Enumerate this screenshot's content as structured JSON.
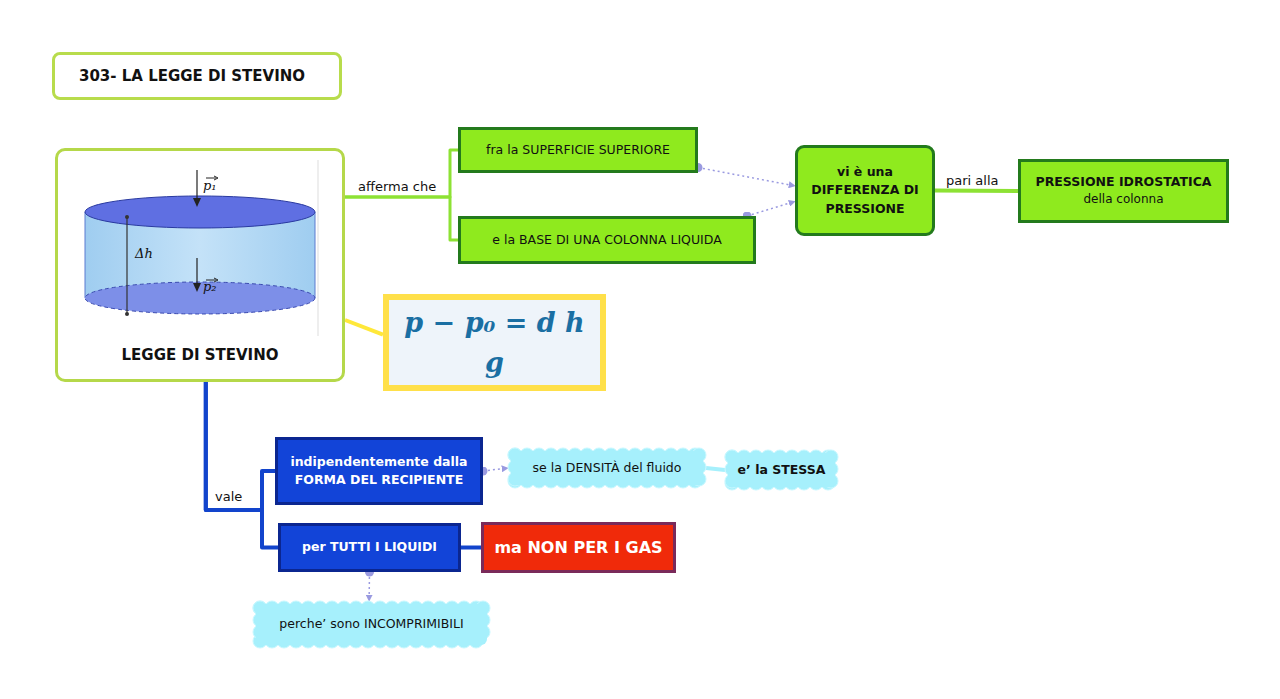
{
  "diagram": {
    "title": "303- LA LEGGE DI STEVINO",
    "nodes": [
      {
        "text": [
          "LEGGE DI STEVINO"
        ]
      },
      {
        "text": [
          "fra la SUPERFICIE SUPERIORE"
        ]
      },
      {
        "text": [
          "e la BASE DI UNA COLONNA LIQUIDA"
        ]
      },
      {
        "text": [
          "vi è una DIFFERENZA DI PRESSIONE"
        ]
      },
      {
        "text": [
          "PRESSIONE IDROSTATICA",
          "della colonna"
        ]
      },
      {
        "text": [
          "p − p₀ = d h g"
        ]
      },
      {
        "text": [
          "indipendentemente dalla FORMA DEL RECIPIENTE"
        ]
      },
      {
        "text": [
          "se la DENSITÀ del fluido"
        ]
      },
      {
        "text": [
          "e’ la STESSA"
        ]
      },
      {
        "text": [
          "per TUTTI I LIQUIDI"
        ]
      },
      {
        "text": [
          "ma NON PER I GAS"
        ]
      },
      {
        "text": [
          "perche’ sono INCOMPRIMIBILI"
        ]
      }
    ],
    "edges": [
      {
        "from": 0,
        "to": 1,
        "label": "afferma che",
        "arrow": "none"
      },
      {
        "from": 0,
        "to": 2,
        "arrow": "none"
      },
      {
        "from": 1,
        "to": 3,
        "arrow": "to"
      },
      {
        "from": 2,
        "to": 3,
        "arrow": "to"
      },
      {
        "from": 3,
        "to": 4,
        "label": "pari alla",
        "arrow": "none"
      },
      {
        "from": 0,
        "to": 5,
        "arrow": "none"
      },
      {
        "from": 0,
        "to": 6,
        "label": "vale",
        "arrow": "none"
      },
      {
        "from": 0,
        "to": 9,
        "arrow": "none"
      },
      {
        "from": 6,
        "to": 7,
        "arrow": "to"
      },
      {
        "from": 7,
        "to": 8,
        "arrow": "none"
      },
      {
        "from": 9,
        "to": 10,
        "arrow": "none"
      },
      {
        "from": 9,
        "to": 11,
        "arrow": "to"
      }
    ],
    "labels": [
      "p₁",
      "Δh",
      "p₂"
    ]
  }
}
